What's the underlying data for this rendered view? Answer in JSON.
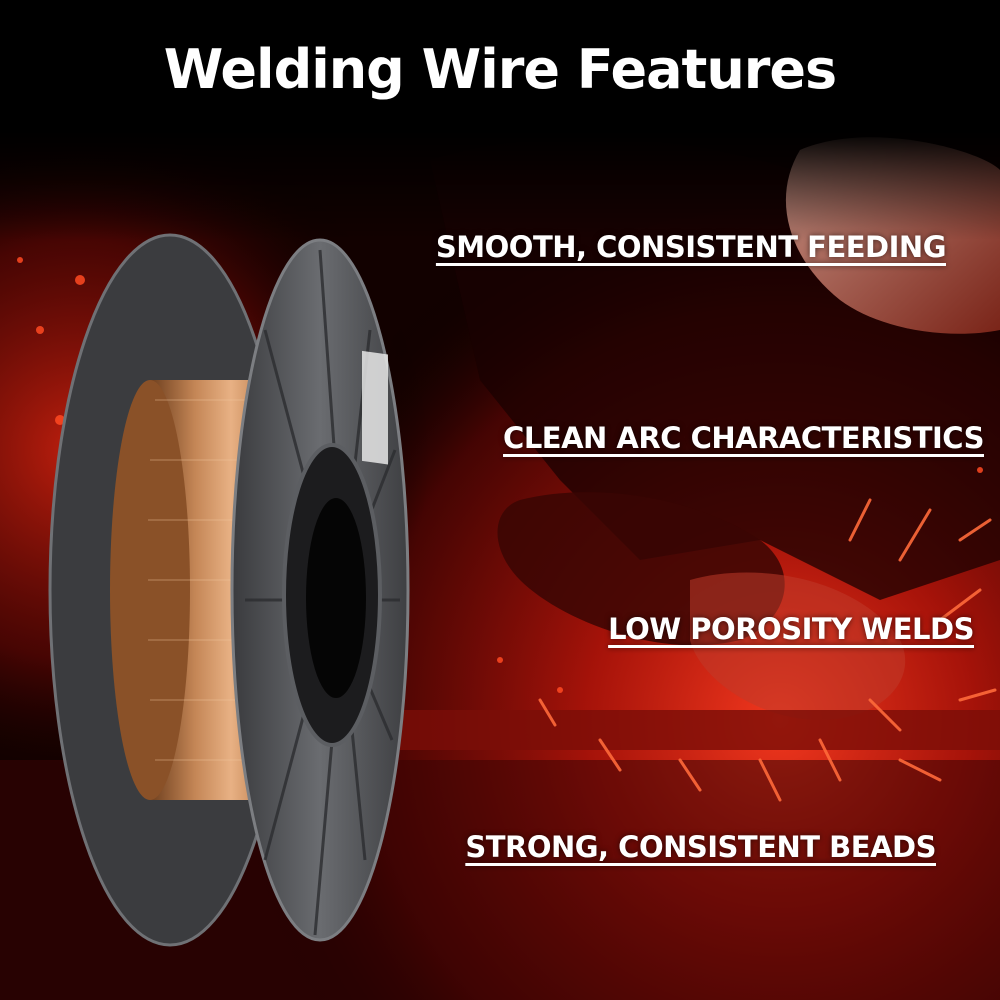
{
  "title": "Welding Wire Features",
  "features": [
    "SMOOTH, CONSISTENT FEEDING",
    "CLEAN ARC CHARACTERISTICS",
    "LOW POROSITY WELDS",
    "STRONG, CONSISTENT BEADS"
  ],
  "colors": {
    "background": "#000000",
    "scene_red": "#b0140c",
    "spark_orange": "#ff5a2a",
    "copper": "#b9794a",
    "spool_gray": "#5a5c60",
    "text": "#ffffff"
  },
  "icons": {
    "product": "welding-wire-spool-image",
    "scene": "welder-sparks-background-image"
  }
}
